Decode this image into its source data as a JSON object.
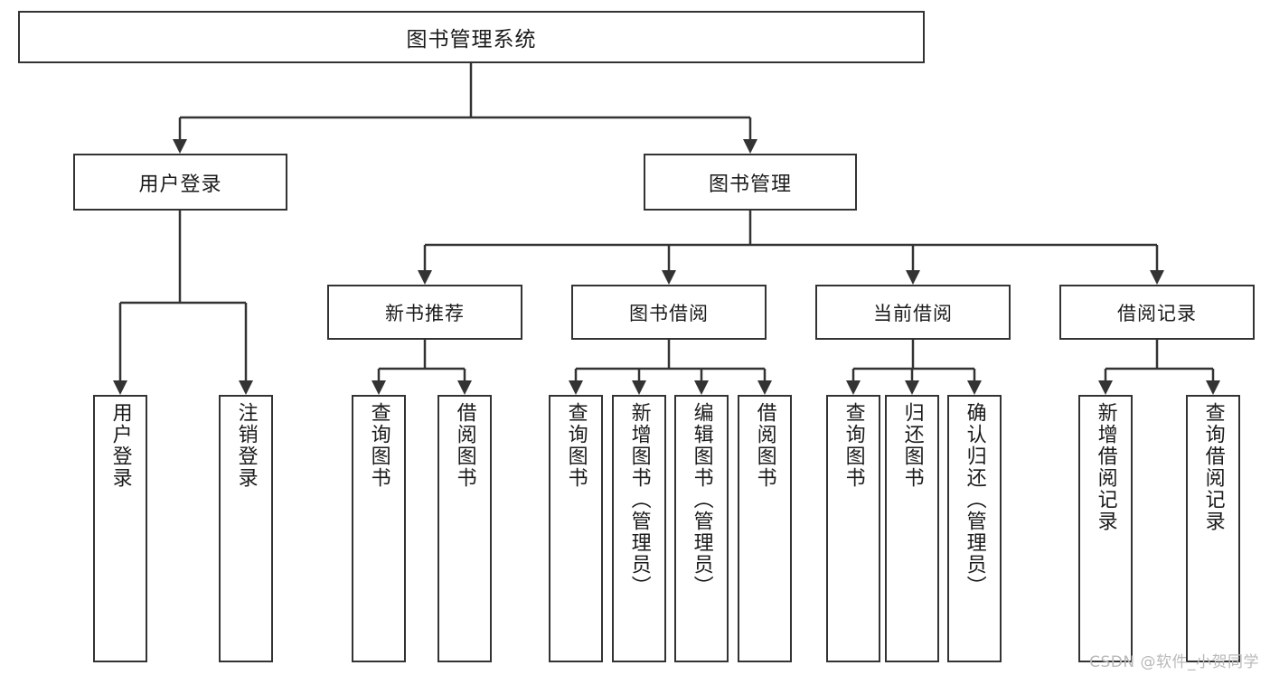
{
  "diagram": {
    "title": "图书管理系统",
    "type": "tree-hierarchy-chart",
    "line_color": "#333333",
    "box_fill": "#ffffff",
    "text_color": "#1b1b1b"
  },
  "root": {
    "label": "图书管理系统"
  },
  "level1": [
    {
      "id": "user-login",
      "label": "用户登录"
    },
    {
      "id": "book-manage",
      "label": "图书管理"
    }
  ],
  "level2": [
    {
      "id": "new-book-recommend",
      "label": "新书推荐"
    },
    {
      "id": "book-borrow",
      "label": "图书借阅"
    },
    {
      "id": "current-borrow",
      "label": "当前借阅"
    },
    {
      "id": "borrow-record",
      "label": "借阅记录"
    }
  ],
  "leaves": [
    {
      "id": "leaf-user-login",
      "label": "用户登录"
    },
    {
      "id": "leaf-logout-login",
      "label": "注销登录"
    },
    {
      "id": "leaf-query-book-1",
      "label": "查询图书"
    },
    {
      "id": "leaf-borrow-book-1",
      "label": "借阅图书"
    },
    {
      "id": "leaf-query-book-2",
      "label": "查询图书"
    },
    {
      "id": "leaf-add-book-admin",
      "label": "新增图书（管理员）"
    },
    {
      "id": "leaf-edit-book-admin",
      "label": "编辑图书（管理员）"
    },
    {
      "id": "leaf-borrow-book-2",
      "label": "借阅图书"
    },
    {
      "id": "leaf-query-book-3",
      "label": "查询图书"
    },
    {
      "id": "leaf-return-book",
      "label": "归还图书"
    },
    {
      "id": "leaf-confirm-return-admin",
      "label": "确认归还（管理员）"
    },
    {
      "id": "leaf-add-borrow-record",
      "label": "新增借阅记录"
    },
    {
      "id": "leaf-query-borrow-record",
      "label": "查询借阅记录"
    }
  ],
  "watermark": {
    "text": "CSDN @软件_小贺同学"
  }
}
